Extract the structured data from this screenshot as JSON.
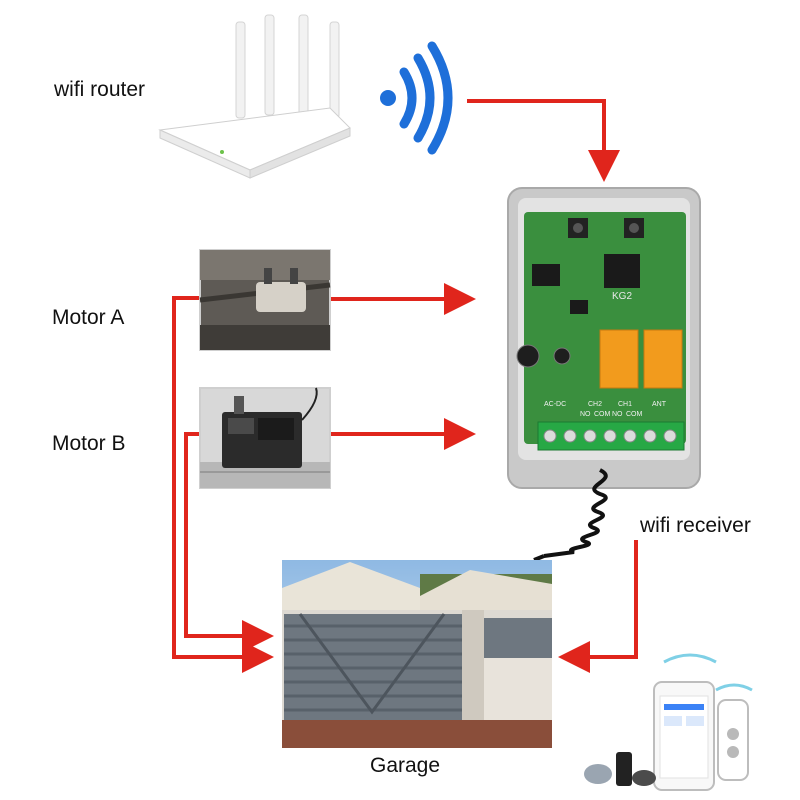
{
  "labels": {
    "router": "wifi router",
    "motor_a": "Motor A",
    "motor_b": "Motor B",
    "receiver": "wifi receiver",
    "garage": "Garage"
  },
  "receiver_board": {
    "model": "KG2",
    "terminal_labels": [
      "AC-DC",
      "CH2",
      "CH1",
      "ANT"
    ],
    "terminal_sub_labels": [
      "NO",
      "COM",
      "NO",
      "COM"
    ]
  },
  "icons": {
    "router": "wifi-router-icon",
    "signal": "wifi-signal-icon",
    "motor_a": "garage-door-motor-photo",
    "motor_b": "gate-opener-motor-photo",
    "receiver": "wifi-relay-receiver-photo",
    "garage": "sliding-gate-photo",
    "control_devices": "smart-speaker-phone-remote-icon"
  },
  "colors": {
    "arrow": "#e0251c",
    "signal": "#1e6fd9",
    "relay": "#f29b1d",
    "board": "#3a8f3e",
    "terminal": "#27a845",
    "enclosure": "#c9c9c9"
  }
}
